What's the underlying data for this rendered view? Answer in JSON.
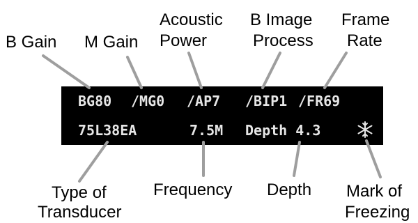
{
  "display": {
    "background": "#000000",
    "text_color": "#e6e6e6",
    "row1": {
      "b_gain": "BG80",
      "m_gain": "/MG0",
      "acoustic_power": "/AP7",
      "b_image_process": "/BIP1",
      "frame_rate": "/FR69"
    },
    "row2": {
      "transducer": "75L38EA",
      "frequency": "7.5M",
      "depth": "Depth 4.3",
      "freeze_icon": "snowflake-icon"
    }
  },
  "labels": {
    "b_gain": [
      "B Gain"
    ],
    "m_gain": [
      "M Gain"
    ],
    "acoustic_power": [
      "Acoustic",
      "Power"
    ],
    "b_image_process": [
      "B Image",
      "Process"
    ],
    "frame_rate": [
      "Frame",
      "Rate"
    ],
    "transducer": [
      "Type of",
      "Transducer"
    ],
    "frequency": [
      "Frequency"
    ],
    "depth": [
      "Depth"
    ],
    "freeze_mark": [
      "Mark of",
      "Freezing"
    ]
  },
  "leader_color": "#9e9e9e"
}
